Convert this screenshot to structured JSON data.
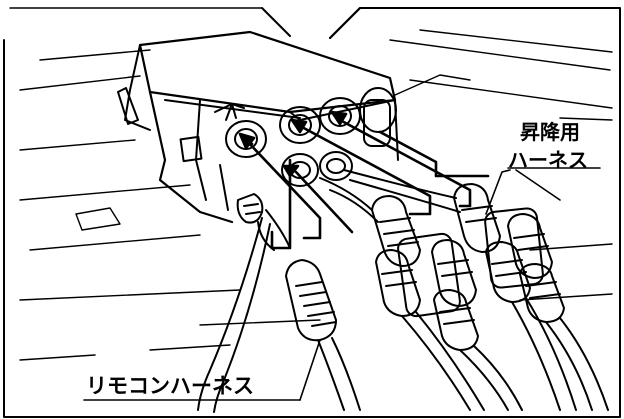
{
  "labels": {
    "lift_harness_line1": "昇降用",
    "lift_harness_line2": "ハーネス",
    "remote_harness": "リモコンハーネス"
  },
  "colors": {
    "line": "#000000",
    "background": "#ffffff"
  }
}
